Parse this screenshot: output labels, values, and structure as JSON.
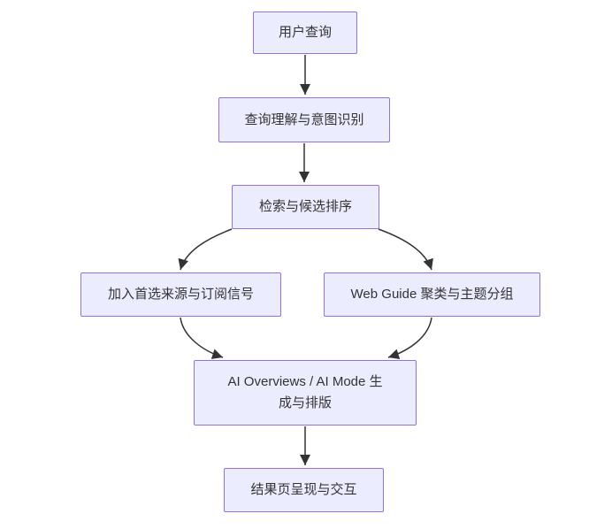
{
  "diagram": {
    "type": "flowchart",
    "direction": "top-down",
    "background": "#ffffff",
    "node_style": {
      "fill": "#ECECFF",
      "border": "#9370DB",
      "text_color": "#333333"
    },
    "edge_style": {
      "color": "#333333",
      "arrowhead": "filled-triangle"
    },
    "nodes": [
      {
        "id": "user-query",
        "label": "用户查询"
      },
      {
        "id": "query-understanding",
        "label": "查询理解与意图识别"
      },
      {
        "id": "retrieval-ranking",
        "label": "检索与候选排序"
      },
      {
        "id": "preferred-sources",
        "label": "加入首选来源与订阅信号"
      },
      {
        "id": "web-guide-clustering",
        "label": "Web Guide 聚类与主题分组"
      },
      {
        "id": "ai-overviews-generation",
        "label": "AI Overviews / AI Mode 生\n成与排版"
      },
      {
        "id": "results-page",
        "label": "结果页呈现与交互"
      }
    ],
    "edges": [
      {
        "from": "用户查询",
        "to": "查询理解与意图识别"
      },
      {
        "from": "查询理解与意图识别",
        "to": "检索与候选排序"
      },
      {
        "from": "检索与候选排序",
        "to": "加入首选来源与订阅信号"
      },
      {
        "from": "检索与候选排序",
        "to": "Web Guide 聚类与主题分组"
      },
      {
        "from": "加入首选来源与订阅信号",
        "to": "AI Overviews / AI Mode 生成与排版"
      },
      {
        "from": "Web Guide 聚类与主题分组",
        "to": "AI Overviews / AI Mode 生成与排版"
      },
      {
        "from": "AI Overviews / AI Mode 生成与排版",
        "to": "结果页呈现与交互"
      }
    ]
  }
}
